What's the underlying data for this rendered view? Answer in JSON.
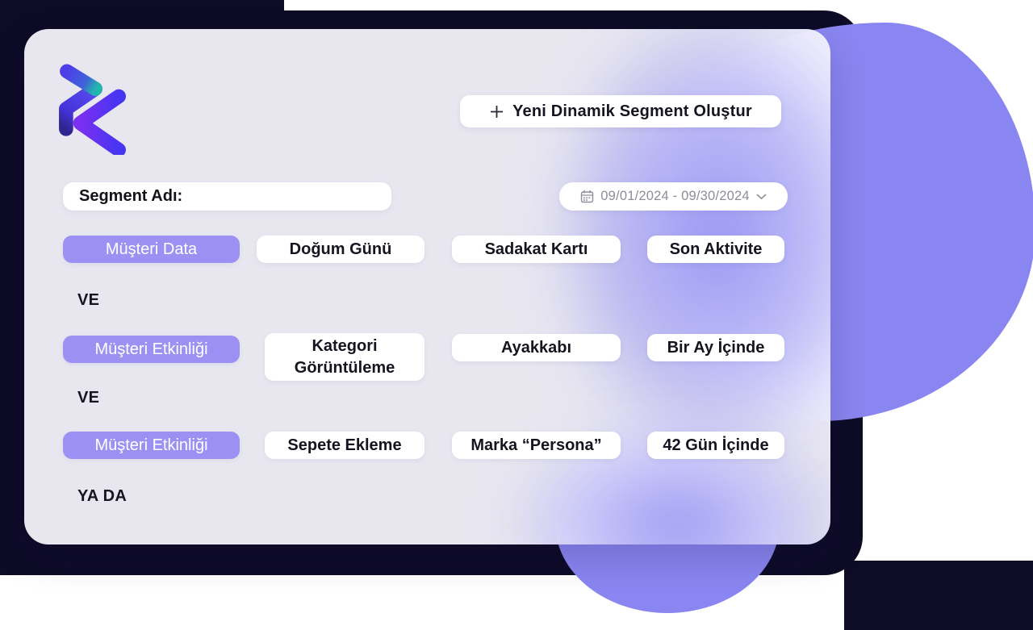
{
  "brand": {
    "logo": "brand-logo"
  },
  "toolbar": {
    "create_button": "Yeni Dinamik Segment Oluştur"
  },
  "filters": {
    "segment_name_label": "Segment Adı:",
    "date_range_value": "09/01/2024 - 09/30/2024"
  },
  "builder": {
    "rows": [
      {
        "source": "Müşteri Data",
        "criteria": [
          "Doğum Günü",
          "Sadakat Kartı",
          "Son Aktivite"
        ],
        "connector": "VE"
      },
      {
        "source": "Müşteri Etkinliği",
        "criteria": [
          "Kategori Görüntüleme",
          "Ayakkabı",
          "Bir Ay İçinde"
        ],
        "connector": "VE"
      },
      {
        "source": "Müşteri Etkinliği",
        "criteria": [
          "Sepete Ekleme",
          "Marka “Persona”",
          "42 Gün İçinde"
        ],
        "connector": "YA DA"
      }
    ]
  },
  "colors": {
    "frame_dark": "#0e0b27",
    "blob_purple": "#8a86f1",
    "accent_pill": "#9d90f3",
    "text_dark": "#17141f",
    "text_gray": "#8e8d99",
    "card_bg": "#f6f5fd"
  }
}
